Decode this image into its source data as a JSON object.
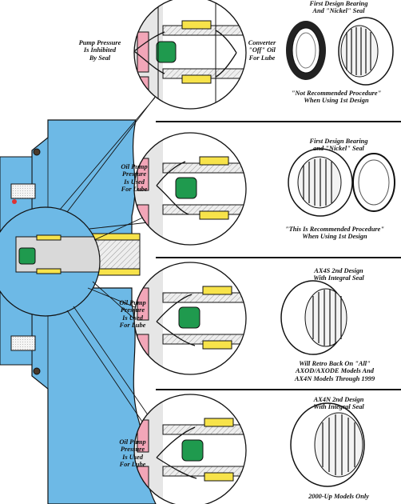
{
  "colors": {
    "housing_blue": "#6db9e6",
    "seal_yellow": "#f7e34a",
    "seal_green": "#1f9a4e",
    "pink_block": "#f2a6b8",
    "outline": "#111111"
  },
  "panels": [
    {
      "left_label": "Pump Pressure\nIs Inhibited\nBy Seal",
      "right_label": "Converter\n\"Off\" Oil\nFor Lube",
      "part_title": "First Design Bearing\nAnd \"Nickel\" Seal",
      "part_note": "\"Not Recommended Procedure\"\nWhen Using 1st Design",
      "part_icons": [
        "seal-ring-icon",
        "needle-bearing-icon"
      ]
    },
    {
      "left_label": "Oil Pump\nPressure\nIs Used\nFor Lube",
      "part_title": "First Design Bearing\nand \"Nickel\" Seal",
      "part_note": "\"This Is Recommended Procedure\"\nWhen Using 1st Design",
      "part_icons": [
        "needle-bearing-icon",
        "seal-ring-icon"
      ]
    },
    {
      "left_label": "Oil Pump\nPressure\nIs Used\nFor Lube",
      "part_title": "AX4S 2nd Design\nWith Integral Seal",
      "part_note": "Will Retro Back On \"All\"\nAXOD/AXODE Models And\nAX4N Models Through 1999",
      "part_icons": [
        "needle-bearing-integral-seal-icon"
      ]
    },
    {
      "left_label": "Oil Pump\nPressure\nIs Used\nFor Lube",
      "part_title": "AX4N 2nd Design\nWith Integral Seal",
      "part_note": "2000-Up Models Only",
      "part_icons": [
        "needle-bearing-integral-seal-icon"
      ]
    }
  ]
}
